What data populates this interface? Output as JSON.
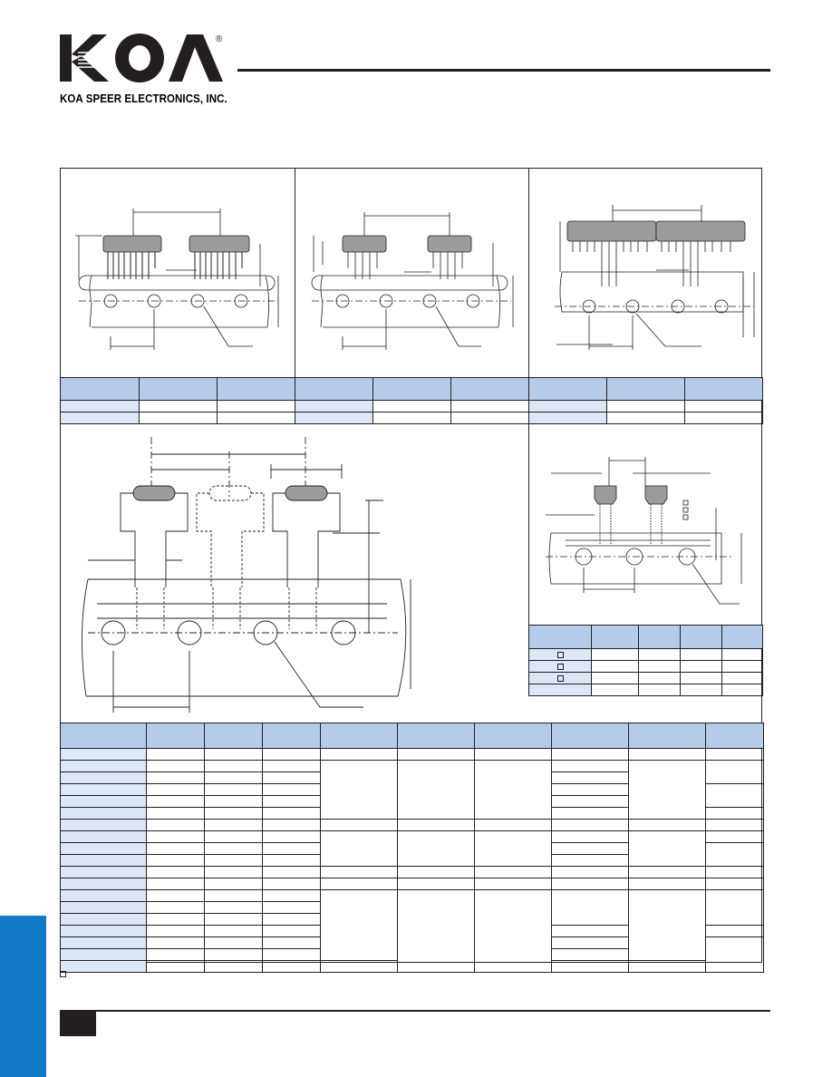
{
  "header": {
    "logo_text": "KOA",
    "registered_mark": "®",
    "company_name": "KOA SPEER ELECTRONICS, INC."
  },
  "colors": {
    "accent_blue": "#1279c6",
    "table_header": "#b6cbe8",
    "table_label": "#dde7f5",
    "rule": "#231f20"
  },
  "icons": {
    "checkbox": "small-square-icon"
  },
  "panels": [
    {
      "name": "sip-taping-4pin-diagram"
    },
    {
      "name": "sip-taping-formed-leads-diagram"
    },
    {
      "name": "sip-taping-long-body-diagram"
    },
    {
      "name": "axial-radial-taping-diagram"
    },
    {
      "name": "disc-taping-diagram"
    }
  ]
}
